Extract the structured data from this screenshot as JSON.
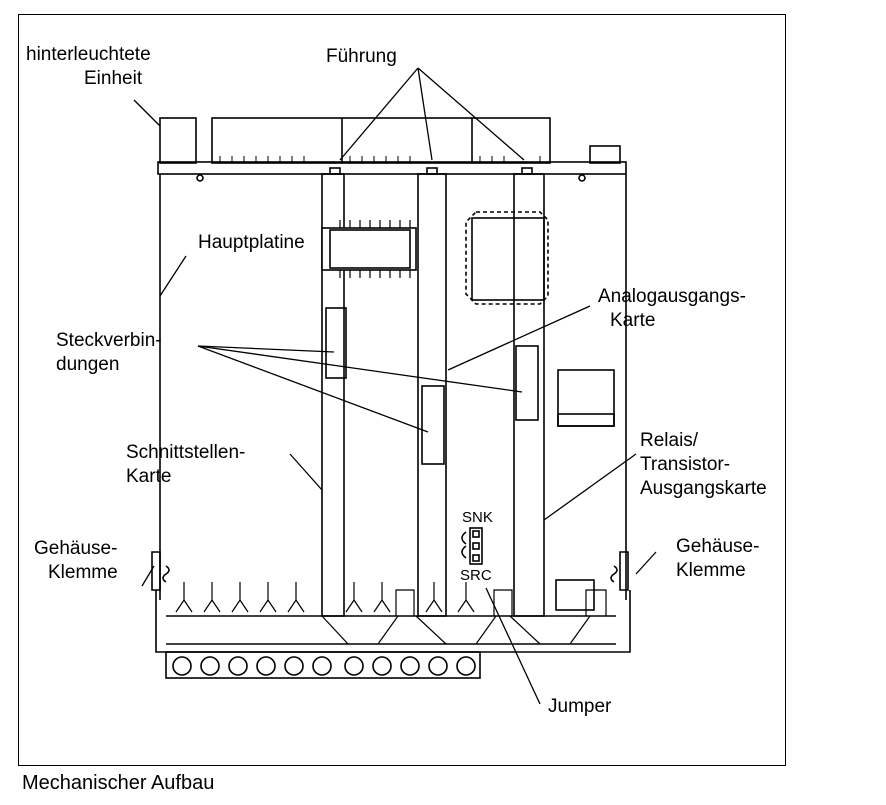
{
  "caption": "Mechanischer Aufbau",
  "labels": {
    "backlit_line1": "hinterleuchtete",
    "backlit_line2": "Einheit",
    "guide": "Führung",
    "mainboard": "Hauptplatine",
    "connectors_line1": "Steckverbin-",
    "connectors_line2": "dungen",
    "analog_line1": "Analogausgangs-",
    "analog_line2": "Karte",
    "interface_line1": "Schnittstellen-",
    "interface_line2": "Karte",
    "relay_line1": "Relais/",
    "relay_line2": "Transistor-",
    "relay_line3": "Ausgangskarte",
    "clamp_left_line1": "Gehäuse-",
    "clamp_left_line2": "Klemme",
    "clamp_right_line1": "Gehäuse-",
    "clamp_right_line2": "Klemme",
    "snk": "SNK",
    "src": "SRC",
    "jumper": "Jumper"
  }
}
